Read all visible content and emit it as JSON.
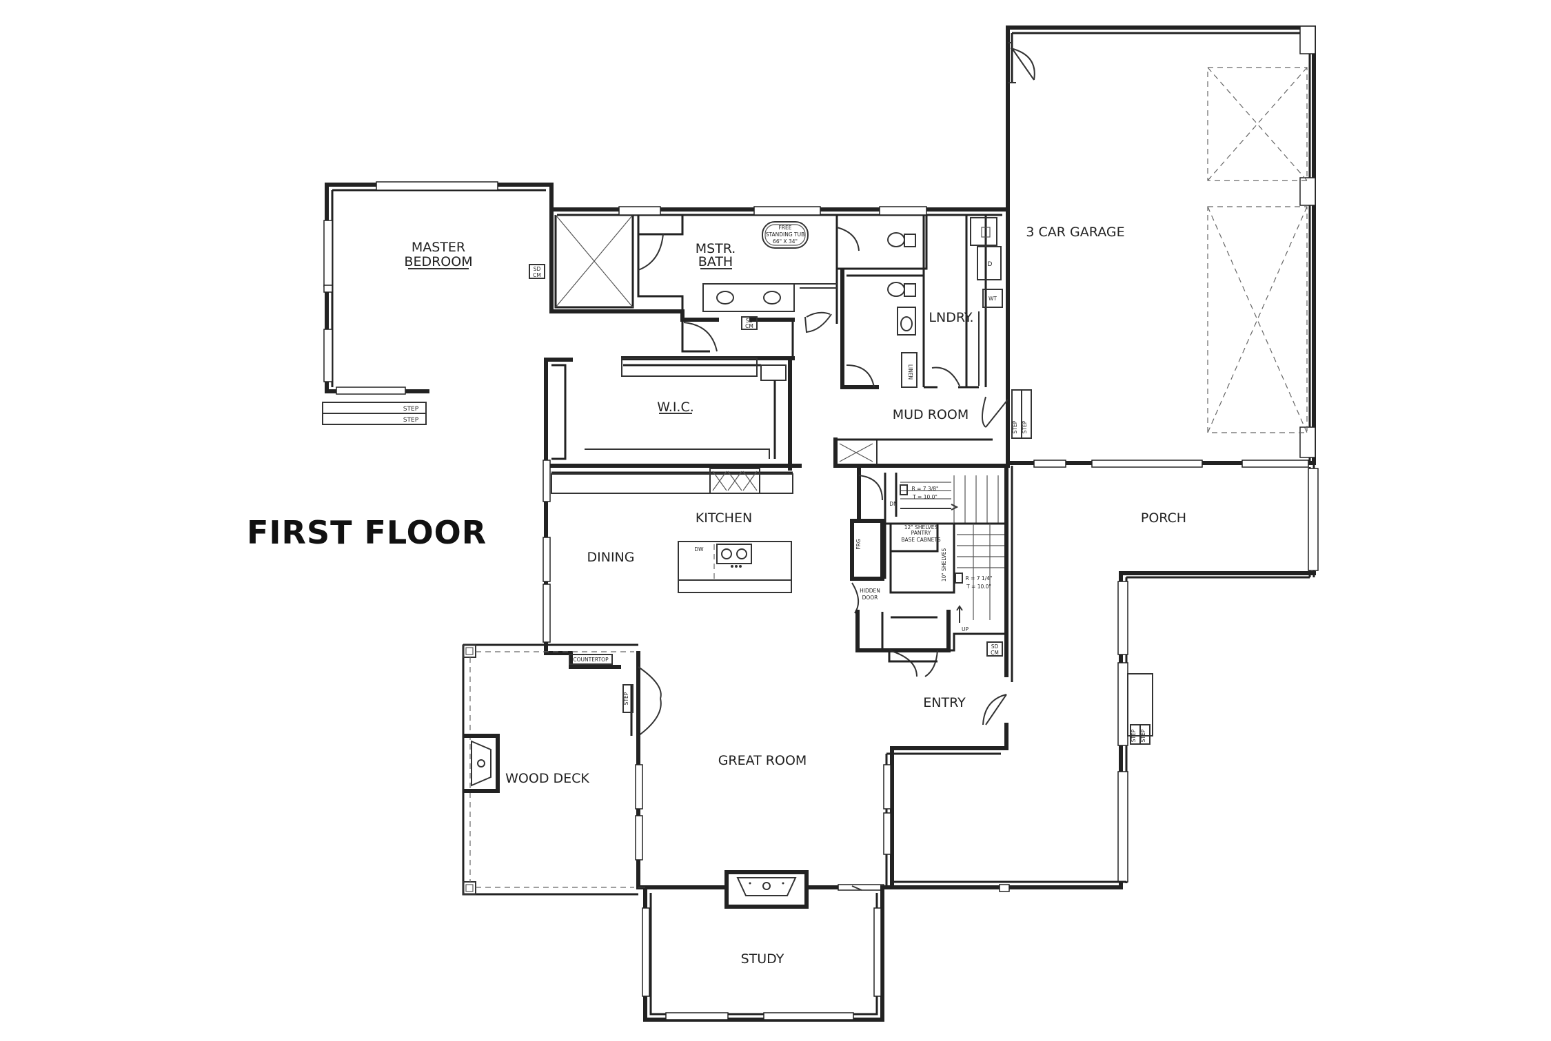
{
  "title": "FIRST FLOOR",
  "rooms": {
    "master_bedroom_1": "MASTER",
    "master_bedroom_2": "BEDROOM",
    "mstr_bath_1": "MSTR.",
    "mstr_bath_2": "BATH",
    "tub_1": "FREE",
    "tub_2": "STANDING TUB",
    "tub_3": "66\" X 34\"",
    "lndry": "LNDRY.",
    "mud_room": "MUD ROOM",
    "wic": "W.I.C.",
    "garage": "3 CAR GARAGE",
    "kitchen": "KITCHEN",
    "dining": "DINING",
    "porch": "PORCH",
    "entry": "ENTRY",
    "great_room": "GREAT ROOM",
    "wood_deck": "WOOD DECK",
    "study": "STUDY"
  },
  "notes": {
    "step": "STEP",
    "dw": "DW",
    "countertop": "COUNTERTOP",
    "frg": "FRG",
    "shelves_12": "12\" SHELVES",
    "pantry": "PANTRY",
    "base_cabinets": "BASE CABNETS",
    "shelves_10": "10\" SHELVES",
    "hidden_1": "HIDDEN",
    "hidden_2": "DOOR",
    "dn": "DN",
    "up": "UP",
    "stair_upper_r": "R = 7 3/8\"",
    "stair_upper_t": "T = 10.0\"",
    "stair_lower_r": "R = 7 1/4\"",
    "stair_lower_t": "T = 10.0\"",
    "sd_1": "SD",
    "sd_2": "CM",
    "linen": "LINEN",
    "d": "D",
    "wh": "WT"
  }
}
